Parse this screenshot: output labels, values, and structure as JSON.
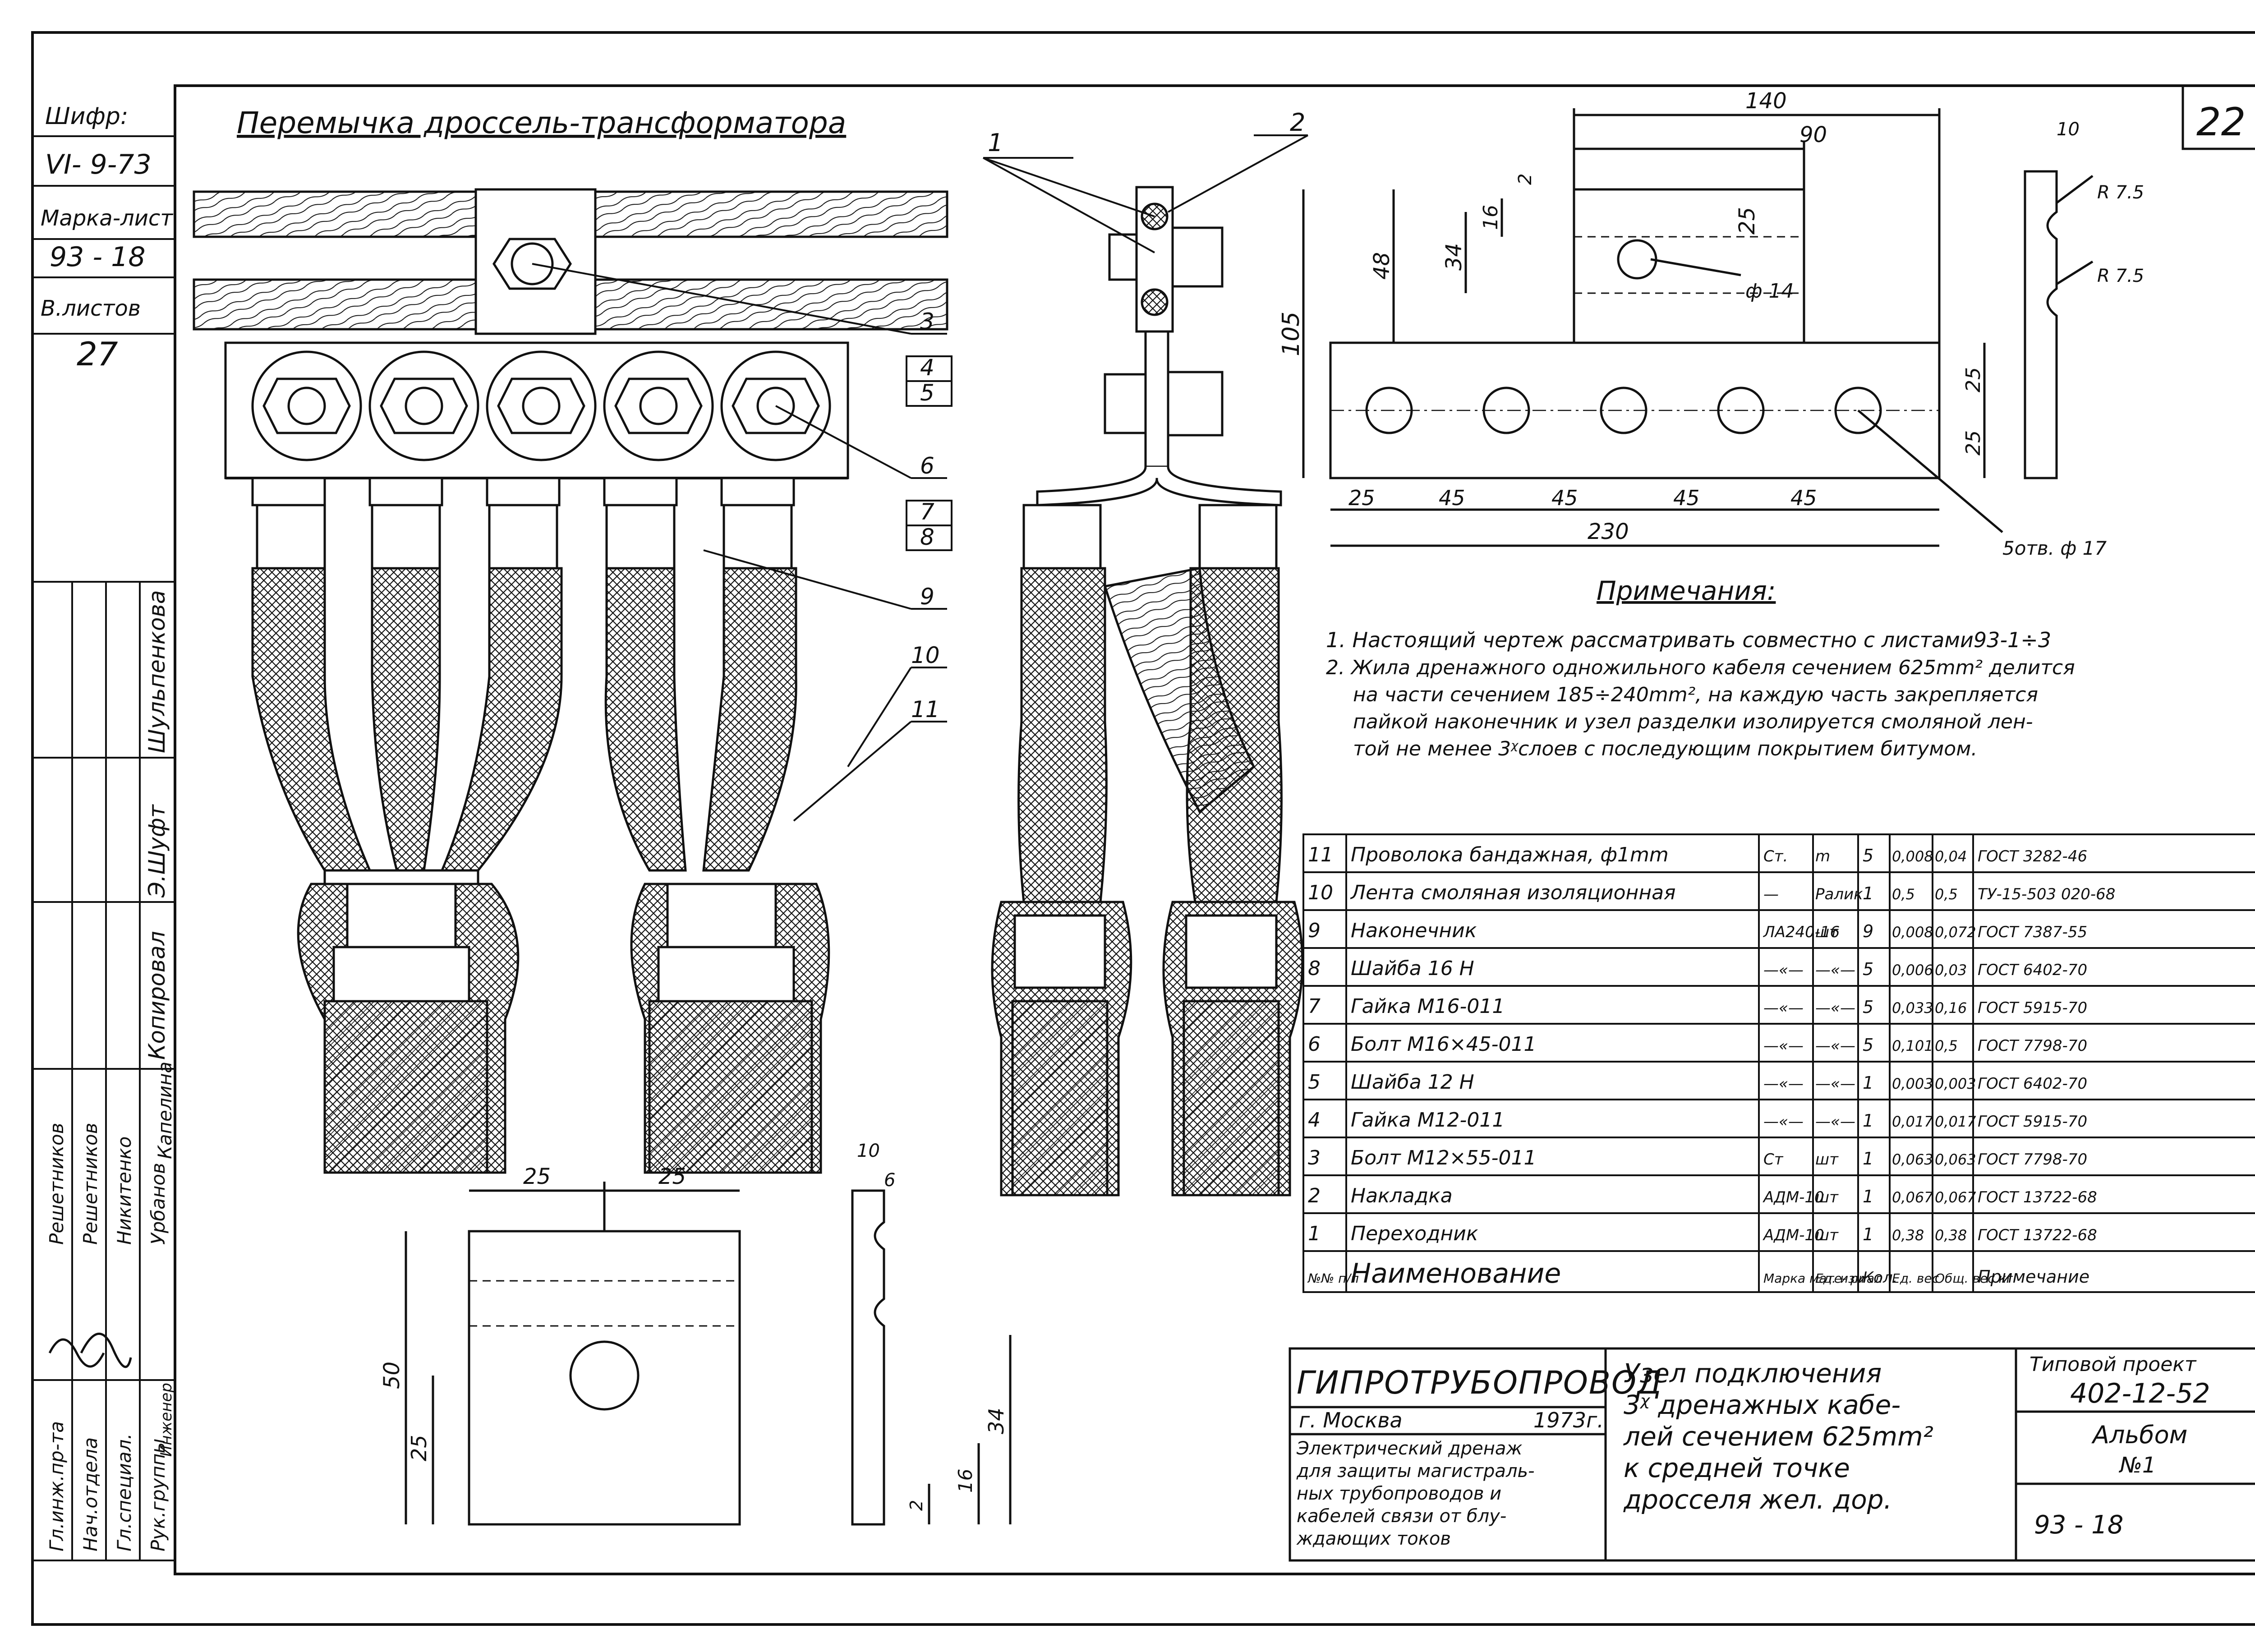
{
  "sheet": {
    "title": "Перемычка дроссель-трансформатора",
    "sheet_number": "22"
  },
  "side_stamp": {
    "cipher_label": "Шифр:",
    "cipher_value": "VI- 9-73",
    "sheet_mark_label": "Марка-лист",
    "sheet_mark_value": "93 - 18",
    "sheets_label": "В.листов",
    "sheets_value": "27",
    "names": [
      "Шульпенкова",
      "Э.Шуфт",
      "Копировал"
    ]
  },
  "roles_block": {
    "roles": [
      "Гл.инж.пр-та",
      "Нач.отдела",
      "Гл.специал.",
      "Рук.группы",
      "Инженер"
    ],
    "people": [
      "Решетников",
      "Решетников",
      "Никитенко",
      "Урбанов",
      "Капелина"
    ]
  },
  "callouts": [
    "1",
    "2",
    "3",
    "4",
    "5",
    "6",
    "7",
    "8",
    "9",
    "10",
    "11"
  ],
  "dimensions": {
    "plate": [
      "140",
      "90",
      "10",
      "48",
      "34",
      "16",
      "2",
      "25",
      "105",
      "R 7.5",
      "R 7.5",
      "ф 14",
      "25",
      "25",
      "25",
      "45",
      "45",
      "45",
      "45",
      "230",
      "5отв. ф 17"
    ],
    "washer": [
      "25",
      "25",
      "50",
      "25",
      "34",
      "16",
      "2",
      "10",
      "6"
    ]
  },
  "notes": {
    "heading": "Примечания:",
    "items": [
      "1. Настоящий чертеж рассматривать совместно с листами93-1÷3",
      "2. Жила дренажного одножильного кабеля сечением 625mm² делится",
      "на части сечением 185÷240mm², на каждую часть закрепляется",
      "пайкой наконечник и узел разделки изолируется смоляной лен-",
      "той не менее 3ᵡслоев с последующим покрытием битумом."
    ]
  },
  "spec_table": {
    "header": [
      "№№ п/п",
      "Наименование",
      "Марка мате- риал",
      "Ед. изм",
      "Кол.",
      "Ед. вес",
      "Общ. вес кг",
      "Примечание"
    ],
    "rows": [
      [
        "11",
        "Проволока бандажная, ф1mm",
        "Ст.",
        "m",
        "5",
        "0,008",
        "0,04",
        "ГОСТ 3282-46"
      ],
      [
        "10",
        "Лента смоляная изоляционная",
        "—",
        "Ралик",
        "1",
        "0,5",
        "0,5",
        "ТУ-15-503 020-68"
      ],
      [
        "9",
        "Наконечник",
        "ЛА240-16",
        "шт",
        "9",
        "0,008",
        "0,072",
        "ГОСТ 7387-55"
      ],
      [
        "8",
        "Шайба 16 Н",
        "—«—",
        "—«—",
        "5",
        "0,006",
        "0,03",
        "ГОСТ 6402-70"
      ],
      [
        "7",
        "Гайка М16-011",
        "—«—",
        "—«—",
        "5",
        "0,033",
        "0,16",
        "ГОСТ 5915-70"
      ],
      [
        "6",
        "Болт М16×45-011",
        "—«—",
        "—«—",
        "5",
        "0,101",
        "0,5",
        "ГОСТ 7798-70"
      ],
      [
        "5",
        "Шайба 12 Н",
        "—«—",
        "—«—",
        "1",
        "0,003",
        "0,003",
        "ГОСТ 6402-70"
      ],
      [
        "4",
        "Гайка М12-011",
        "—«—",
        "—«—",
        "1",
        "0,017",
        "0,017",
        "ГОСТ 5915-70"
      ],
      [
        "3",
        "Болт М12×55-011",
        "Ст",
        "шт",
        "1",
        "0,063",
        "0,063",
        "ГОСТ 7798-70"
      ],
      [
        "2",
        "Накладка",
        "АДМ-10",
        "шт",
        "1",
        "0,067",
        "0,067",
        "ГОСТ 13722-68"
      ],
      [
        "1",
        "Переходник",
        "АДМ-10",
        "шт",
        "1",
        "0,38",
        "0,38",
        "ГОСТ 13722-68"
      ]
    ]
  },
  "title_block": {
    "org": "ГИПРОТРУБОПРОВОД",
    "city": "г. Москва",
    "year": "1973г.",
    "purpose": [
      "Электрический дренаж",
      "для защиты магистраль-",
      "ных трубопроводов и",
      "кабелей связи от блу-",
      "ждающих токов"
    ],
    "drawing_title": [
      "Узел подключения",
      "3ᵡ дренажных кабе-",
      "лей сечением 625mm²",
      "к средней точке",
      "дросселя жел. дор."
    ],
    "project_label": "Типовой проект",
    "project_number": "402-12-52",
    "album": "Альбом",
    "album_number": "№1",
    "sheet_code": "93 - 18"
  },
  "colors": {
    "ink": "#111111",
    "paper": "#ffffff"
  }
}
